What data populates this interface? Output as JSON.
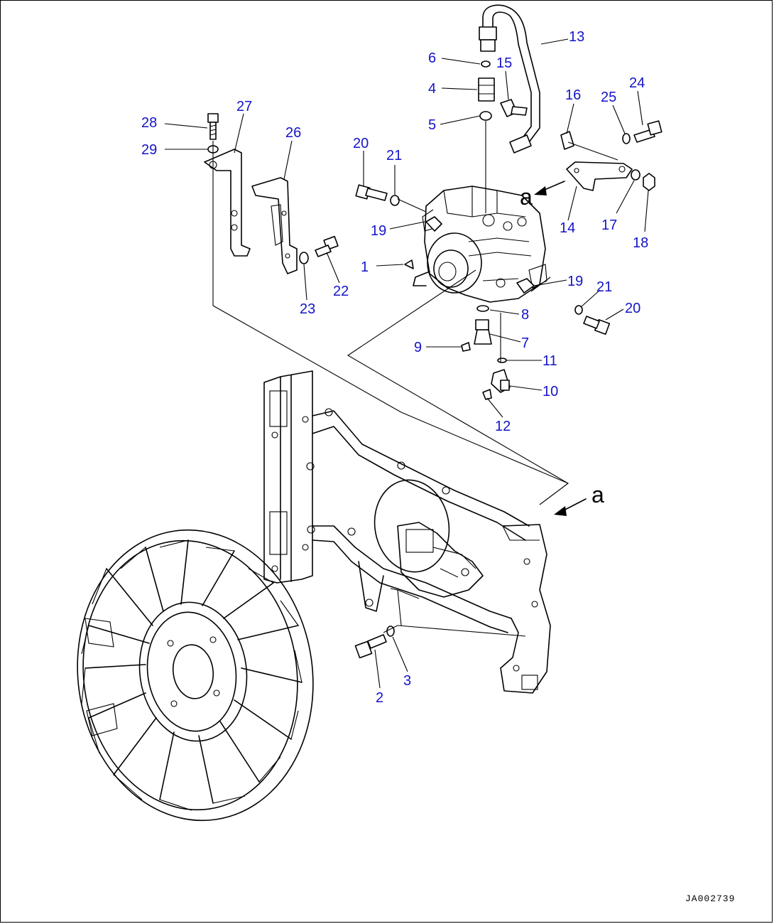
{
  "diagram": {
    "callouts": [
      {
        "id": "c1",
        "label": "1"
      },
      {
        "id": "c2",
        "label": "2"
      },
      {
        "id": "c3",
        "label": "3"
      },
      {
        "id": "c4",
        "label": "4"
      },
      {
        "id": "c5",
        "label": "5"
      },
      {
        "id": "c6",
        "label": "6"
      },
      {
        "id": "c7",
        "label": "7"
      },
      {
        "id": "c8",
        "label": "8"
      },
      {
        "id": "c9",
        "label": "9"
      },
      {
        "id": "c10",
        "label": "10"
      },
      {
        "id": "c11",
        "label": "11"
      },
      {
        "id": "c12",
        "label": "12"
      },
      {
        "id": "c13",
        "label": "13"
      },
      {
        "id": "c14",
        "label": "14"
      },
      {
        "id": "c15",
        "label": "15"
      },
      {
        "id": "c16",
        "label": "16"
      },
      {
        "id": "c17",
        "label": "17"
      },
      {
        "id": "c18",
        "label": "18"
      },
      {
        "id": "c19a",
        "label": "19"
      },
      {
        "id": "c19b",
        "label": "19"
      },
      {
        "id": "c20a",
        "label": "20"
      },
      {
        "id": "c20b",
        "label": "20"
      },
      {
        "id": "c21a",
        "label": "21"
      },
      {
        "id": "c21b",
        "label": "21"
      },
      {
        "id": "c22",
        "label": "22"
      },
      {
        "id": "c23",
        "label": "23"
      },
      {
        "id": "c24",
        "label": "24"
      },
      {
        "id": "c25",
        "label": "25"
      },
      {
        "id": "c26",
        "label": "26"
      },
      {
        "id": "c27",
        "label": "27"
      },
      {
        "id": "c28",
        "label": "28"
      },
      {
        "id": "c29",
        "label": "29"
      }
    ],
    "view_marks": [
      {
        "id": "a-top",
        "label": "a"
      },
      {
        "id": "a-bottom",
        "label": "a"
      }
    ],
    "drawing_code": "JA002739",
    "colors": {
      "callout": "#1414c8",
      "line": "#000000",
      "background": "#ffffff"
    }
  }
}
